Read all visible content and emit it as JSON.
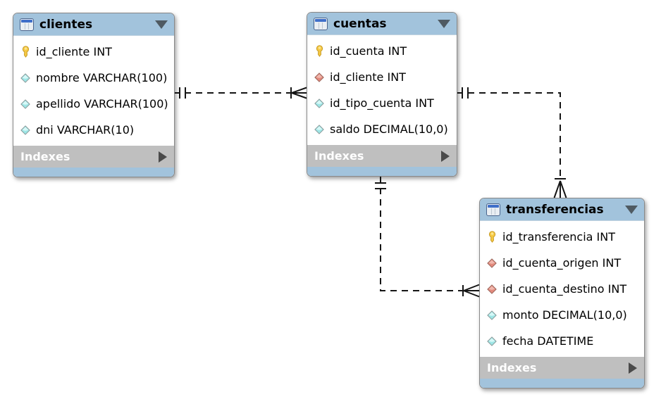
{
  "diagram": {
    "tool": "eer-diagram",
    "colors": {
      "table_header_blue": "#A2C3DC",
      "indexes_bar_gray": "#BFBFBF",
      "body_white": "#FFFFFF",
      "border_gray": "#898989",
      "relationship_line": "#151515",
      "primary_key_yellow": "#F6C944",
      "attribute_teal": "#9EE6E6",
      "foreign_key_red": "#E2897C"
    },
    "tables": [
      {
        "name": "clientes",
        "indexes_label": "Indexes",
        "columns": [
          {
            "icon": "primary-key-icon",
            "label": "id_cliente INT"
          },
          {
            "icon": "attribute-icon",
            "label": "nombre VARCHAR(100)"
          },
          {
            "icon": "attribute-icon",
            "label": "apellido VARCHAR(100)"
          },
          {
            "icon": "attribute-icon",
            "label": "dni VARCHAR(10)"
          }
        ]
      },
      {
        "name": "cuentas",
        "indexes_label": "Indexes",
        "columns": [
          {
            "icon": "primary-key-icon",
            "label": "id_cuenta INT"
          },
          {
            "icon": "foreign-key-icon",
            "label": "id_cliente INT"
          },
          {
            "icon": "attribute-icon",
            "label": "id_tipo_cuenta INT"
          },
          {
            "icon": "attribute-icon",
            "label": "saldo DECIMAL(10,0)"
          }
        ]
      },
      {
        "name": "transferencias",
        "indexes_label": "Indexes",
        "columns": [
          {
            "icon": "primary-key-icon",
            "label": "id_transferencia INT"
          },
          {
            "icon": "foreign-key-icon",
            "label": "id_cuenta_origen INT"
          },
          {
            "icon": "foreign-key-icon",
            "label": "id_cuenta_destino INT"
          },
          {
            "icon": "attribute-icon",
            "label": "monto DECIMAL(10,0)"
          },
          {
            "icon": "attribute-icon",
            "label": "fecha DATETIME"
          }
        ]
      }
    ],
    "relationships": [
      {
        "from": "clientes",
        "to": "cuentas",
        "cardinality": "one-to-many",
        "line_style": "dashed"
      },
      {
        "from": "cuentas",
        "to": "transferencias",
        "cardinality": "one-to-many",
        "line_style": "dashed"
      },
      {
        "from": "cuentas",
        "to": "transferencias",
        "cardinality": "one-to-many",
        "line_style": "dashed"
      }
    ]
  }
}
